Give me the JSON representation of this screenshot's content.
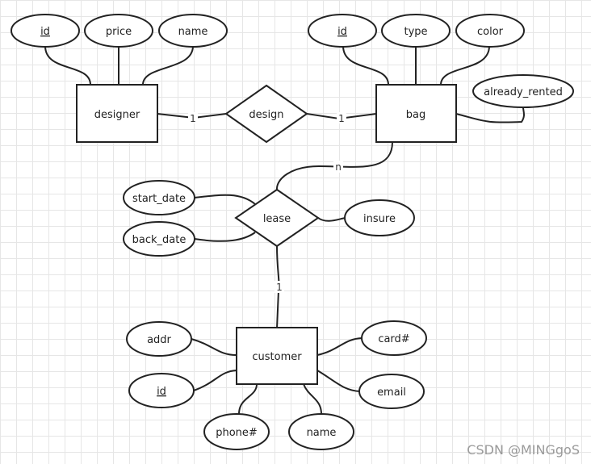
{
  "entities": {
    "designer": "designer",
    "bag": "bag",
    "customer": "customer"
  },
  "relationships": {
    "design": "design",
    "lease": "lease"
  },
  "attributes": {
    "designer_id": "id",
    "designer_price": "price",
    "designer_name": "name",
    "bag_id": "id",
    "bag_type": "type",
    "bag_color": "color",
    "bag_already_rented": "already_rented",
    "lease_start_date": "start_date",
    "lease_back_date": "back_date",
    "lease_insure": "insure",
    "customer_addr": "addr",
    "customer_id": "id",
    "customer_phone": "phone#",
    "customer_name": "name",
    "customer_card": "card#",
    "customer_email": "email"
  },
  "cardinalities": {
    "designer_design": "1",
    "design_bag": "1",
    "bag_lease": "n",
    "lease_customer": "1"
  },
  "watermark": "CSDN @MINGgoS"
}
